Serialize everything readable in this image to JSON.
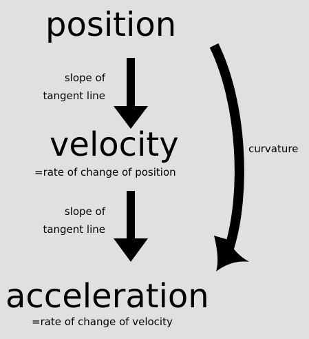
{
  "nodes": {
    "position": {
      "title": "position"
    },
    "velocity": {
      "title": "velocity",
      "subtitle": "=rate of change of position"
    },
    "acceleration": {
      "title": "acceleration",
      "subtitle": "=rate of change of velocity"
    }
  },
  "edges": {
    "position_to_velocity": {
      "label_line1": "slope of",
      "label_line2": "tangent line"
    },
    "velocity_to_acceleration": {
      "label_line1": "slope of",
      "label_line2": "tangent line"
    },
    "position_to_acceleration": {
      "label": "curvature"
    }
  },
  "colors": {
    "background": "#e0e0e0",
    "foreground": "#000000"
  }
}
